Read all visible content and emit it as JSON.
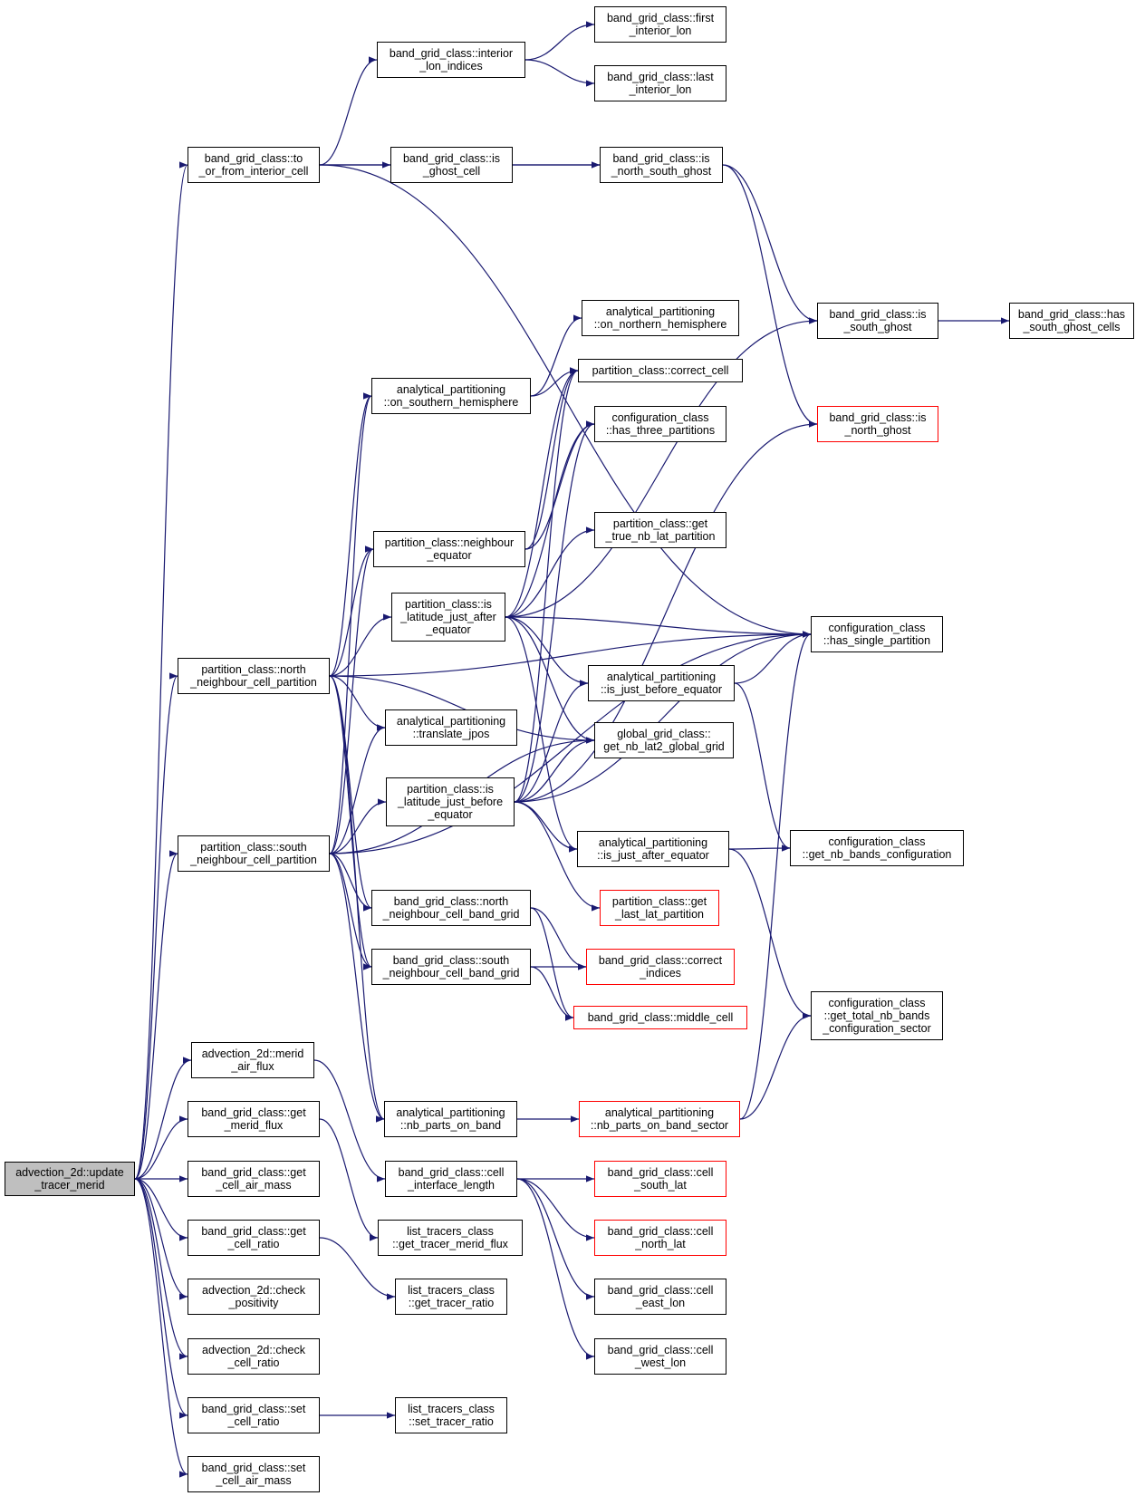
{
  "colors": {
    "edge": "#191970",
    "border": "#000000",
    "truncated_border": "#ff0000",
    "root_fill": "#bfbfbf"
  },
  "nodes": [
    {
      "id": "root",
      "label": "advection_2d::update\n_tracer_merid",
      "style": "root"
    },
    {
      "id": "first_interior_lon",
      "label": "band_grid_class::first\n_interior_lon",
      "style": "normal"
    },
    {
      "id": "interior_lon_indices",
      "label": "band_grid_class::interior\n_lon_indices",
      "style": "normal"
    },
    {
      "id": "last_interior_lon",
      "label": "band_grid_class::last\n_interior_lon",
      "style": "normal"
    },
    {
      "id": "to_or_from_interior_cell",
      "label": "band_grid_class::to\n_or_from_interior_cell",
      "style": "normal"
    },
    {
      "id": "is_ghost_cell",
      "label": "band_grid_class::is\n_ghost_cell",
      "style": "normal"
    },
    {
      "id": "is_north_south_ghost",
      "label": "band_grid_class::is\n_north_south_ghost",
      "style": "normal"
    },
    {
      "id": "on_northern_hemisphere",
      "label": "analytical_partitioning\n::on_northern_hemisphere",
      "style": "normal"
    },
    {
      "id": "is_south_ghost",
      "label": "band_grid_class::is\n_south_ghost",
      "style": "normal"
    },
    {
      "id": "has_south_ghost_cells",
      "label": "band_grid_class::has\n_south_ghost_cells",
      "style": "normal"
    },
    {
      "id": "on_southern_hemisphere",
      "label": "analytical_partitioning\n::on_southern_hemisphere",
      "style": "normal"
    },
    {
      "id": "correct_cell",
      "label": "partition_class::correct_cell",
      "style": "normal"
    },
    {
      "id": "has_three_partitions",
      "label": "configuration_class\n::has_three_partitions",
      "style": "normal"
    },
    {
      "id": "is_north_ghost",
      "label": "band_grid_class::is\n_north_ghost",
      "style": "red"
    },
    {
      "id": "get_true_nb_lat_partition",
      "label": "partition_class::get\n_true_nb_lat_partition",
      "style": "normal"
    },
    {
      "id": "neighbour_equator",
      "label": "partition_class::neighbour\n_equator",
      "style": "normal"
    },
    {
      "id": "is_latitude_just_after_equator",
      "label": "partition_class::is\n_latitude_just_after\n_equator",
      "style": "normal"
    },
    {
      "id": "has_single_partition",
      "label": "configuration_class\n::has_single_partition",
      "style": "normal"
    },
    {
      "id": "north_neighbour_cell_partition",
      "label": "partition_class::north\n_neighbour_cell_partition",
      "style": "normal"
    },
    {
      "id": "is_just_before_equator",
      "label": "analytical_partitioning\n::is_just_before_equator",
      "style": "normal"
    },
    {
      "id": "translate_jpos",
      "label": "analytical_partitioning\n::translate_jpos",
      "style": "normal"
    },
    {
      "id": "get_nb_lat2_global_grid",
      "label": "global_grid_class::\nget_nb_lat2_global_grid",
      "style": "normal"
    },
    {
      "id": "is_latitude_just_before_equator",
      "label": "partition_class::is\n_latitude_just_before\n_equator",
      "style": "normal"
    },
    {
      "id": "south_neighbour_cell_partition",
      "label": "partition_class::south\n_neighbour_cell_partition",
      "style": "normal"
    },
    {
      "id": "is_just_after_equator",
      "label": "analytical_partitioning\n::is_just_after_equator",
      "style": "normal"
    },
    {
      "id": "get_nb_bands_configuration",
      "label": "configuration_class\n::get_nb_bands_configuration",
      "style": "normal"
    },
    {
      "id": "north_neighbour_cell_band_grid",
      "label": "band_grid_class::north\n_neighbour_cell_band_grid",
      "style": "normal"
    },
    {
      "id": "get_last_lat_partition",
      "label": "partition_class::get\n_last_lat_partition",
      "style": "red"
    },
    {
      "id": "south_neighbour_cell_band_grid",
      "label": "band_grid_class::south\n_neighbour_cell_band_grid",
      "style": "normal"
    },
    {
      "id": "correct_indices",
      "label": "band_grid_class::correct\n_indices",
      "style": "red"
    },
    {
      "id": "middle_cell",
      "label": "band_grid_class::middle_cell",
      "style": "red"
    },
    {
      "id": "get_total_nb_bands_configuration_sector",
      "label": "configuration_class\n::get_total_nb_bands\n_configuration_sector",
      "style": "normal"
    },
    {
      "id": "merid_air_flux",
      "label": "advection_2d::merid\n_air_flux",
      "style": "normal"
    },
    {
      "id": "nb_parts_on_band",
      "label": "analytical_partitioning\n::nb_parts_on_band",
      "style": "normal"
    },
    {
      "id": "nb_parts_on_band_sector",
      "label": "analytical_partitioning\n::nb_parts_on_band_sector",
      "style": "red"
    },
    {
      "id": "get_merid_flux",
      "label": "band_grid_class::get\n_merid_flux",
      "style": "normal"
    },
    {
      "id": "cell_interface_length",
      "label": "band_grid_class::cell\n_interface_length",
      "style": "normal"
    },
    {
      "id": "cell_south_lat",
      "label": "band_grid_class::cell\n_south_lat",
      "style": "red"
    },
    {
      "id": "get_cell_air_mass",
      "label": "band_grid_class::get\n_cell_air_mass",
      "style": "normal"
    },
    {
      "id": "get_cell_ratio",
      "label": "band_grid_class::get\n_cell_ratio",
      "style": "normal"
    },
    {
      "id": "get_tracer_merid_flux",
      "label": "list_tracers_class\n::get_tracer_merid_flux",
      "style": "normal"
    },
    {
      "id": "cell_north_lat",
      "label": "band_grid_class::cell\n_north_lat",
      "style": "red"
    },
    {
      "id": "check_positivity",
      "label": "advection_2d::check\n_positivity",
      "style": "normal"
    },
    {
      "id": "get_tracer_ratio",
      "label": "list_tracers_class\n::get_tracer_ratio",
      "style": "normal"
    },
    {
      "id": "cell_east_lon",
      "label": "band_grid_class::cell\n_east_lon",
      "style": "normal"
    },
    {
      "id": "check_cell_ratio",
      "label": "advection_2d::check\n_cell_ratio",
      "style": "normal"
    },
    {
      "id": "cell_west_lon",
      "label": "band_grid_class::cell\n_west_lon",
      "style": "normal"
    },
    {
      "id": "set_cell_ratio",
      "label": "band_grid_class::set\n_cell_ratio",
      "style": "normal"
    },
    {
      "id": "set_tracer_ratio",
      "label": "list_tracers_class\n::set_tracer_ratio",
      "style": "normal"
    },
    {
      "id": "set_cell_air_mass",
      "label": "band_grid_class::set\n_cell_air_mass",
      "style": "normal"
    }
  ],
  "edges": [
    [
      "root",
      "to_or_from_interior_cell"
    ],
    [
      "root",
      "north_neighbour_cell_partition"
    ],
    [
      "root",
      "south_neighbour_cell_partition"
    ],
    [
      "root",
      "merid_air_flux"
    ],
    [
      "root",
      "get_merid_flux"
    ],
    [
      "root",
      "get_cell_air_mass"
    ],
    [
      "root",
      "get_cell_ratio"
    ],
    [
      "root",
      "check_positivity"
    ],
    [
      "root",
      "check_cell_ratio"
    ],
    [
      "root",
      "set_cell_ratio"
    ],
    [
      "root",
      "set_cell_air_mass"
    ],
    [
      "to_or_from_interior_cell",
      "interior_lon_indices"
    ],
    [
      "to_or_from_interior_cell",
      "is_ghost_cell"
    ],
    [
      "to_or_from_interior_cell",
      "is_north_south_ghost"
    ],
    [
      "to_or_from_interior_cell",
      "has_single_partition"
    ],
    [
      "interior_lon_indices",
      "first_interior_lon"
    ],
    [
      "interior_lon_indices",
      "last_interior_lon"
    ],
    [
      "is_ghost_cell",
      "is_north_south_ghost"
    ],
    [
      "is_north_south_ghost",
      "is_south_ghost"
    ],
    [
      "is_north_south_ghost",
      "is_north_ghost"
    ],
    [
      "is_south_ghost",
      "has_south_ghost_cells"
    ],
    [
      "on_southern_hemisphere",
      "on_northern_hemisphere"
    ],
    [
      "on_southern_hemisphere",
      "correct_cell"
    ],
    [
      "neighbour_equator",
      "correct_cell"
    ],
    [
      "neighbour_equator",
      "has_three_partitions"
    ],
    [
      "is_latitude_just_after_equator",
      "correct_cell"
    ],
    [
      "is_latitude_just_after_equator",
      "has_three_partitions"
    ],
    [
      "is_latitude_just_after_equator",
      "get_true_nb_lat_partition"
    ],
    [
      "is_latitude_just_after_equator",
      "has_single_partition"
    ],
    [
      "is_latitude_just_after_equator",
      "is_just_before_equator"
    ],
    [
      "is_latitude_just_after_equator",
      "get_nb_lat2_global_grid"
    ],
    [
      "is_latitude_just_after_equator",
      "is_just_after_equator"
    ],
    [
      "is_latitude_just_after_equator",
      "is_south_ghost"
    ],
    [
      "is_latitude_just_before_equator",
      "get_nb_lat2_global_grid"
    ],
    [
      "is_latitude_just_before_equator",
      "is_just_after_equator"
    ],
    [
      "is_latitude_just_before_equator",
      "has_single_partition"
    ],
    [
      "is_latitude_just_before_equator",
      "get_last_lat_partition"
    ],
    [
      "is_latitude_just_before_equator",
      "is_just_before_equator"
    ],
    [
      "is_latitude_just_before_equator",
      "has_three_partitions"
    ],
    [
      "is_latitude_just_before_equator",
      "correct_cell"
    ],
    [
      "is_latitude_just_before_equator",
      "is_north_ghost"
    ],
    [
      "is_just_before_equator",
      "has_single_partition"
    ],
    [
      "is_just_before_equator",
      "get_nb_bands_configuration"
    ],
    [
      "is_just_after_equator",
      "get_nb_bands_configuration"
    ],
    [
      "is_just_after_equator",
      "get_total_nb_bands_configuration_sector"
    ],
    [
      "north_neighbour_cell_partition",
      "on_southern_hemisphere"
    ],
    [
      "north_neighbour_cell_partition",
      "neighbour_equator"
    ],
    [
      "north_neighbour_cell_partition",
      "is_latitude_just_after_equator"
    ],
    [
      "north_neighbour_cell_partition",
      "translate_jpos"
    ],
    [
      "north_neighbour_cell_partition",
      "get_nb_lat2_global_grid"
    ],
    [
      "north_neighbour_cell_partition",
      "north_neighbour_cell_band_grid"
    ],
    [
      "north_neighbour_cell_partition",
      "south_neighbour_cell_band_grid"
    ],
    [
      "north_neighbour_cell_partition",
      "nb_parts_on_band"
    ],
    [
      "north_neighbour_cell_partition",
      "has_single_partition"
    ],
    [
      "south_neighbour_cell_partition",
      "on_southern_hemisphere"
    ],
    [
      "south_neighbour_cell_partition",
      "neighbour_equator"
    ],
    [
      "south_neighbour_cell_partition",
      "is_latitude_just_before_equator"
    ],
    [
      "south_neighbour_cell_partition",
      "translate_jpos"
    ],
    [
      "south_neighbour_cell_partition",
      "get_nb_lat2_global_grid"
    ],
    [
      "south_neighbour_cell_partition",
      "north_neighbour_cell_band_grid"
    ],
    [
      "south_neighbour_cell_partition",
      "south_neighbour_cell_band_grid"
    ],
    [
      "south_neighbour_cell_partition",
      "nb_parts_on_band"
    ],
    [
      "south_neighbour_cell_partition",
      "has_single_partition"
    ],
    [
      "north_neighbour_cell_band_grid",
      "correct_indices"
    ],
    [
      "north_neighbour_cell_band_grid",
      "middle_cell"
    ],
    [
      "south_neighbour_cell_band_grid",
      "correct_indices"
    ],
    [
      "south_neighbour_cell_band_grid",
      "middle_cell"
    ],
    [
      "nb_parts_on_band",
      "nb_parts_on_band_sector"
    ],
    [
      "nb_parts_on_band_sector",
      "get_total_nb_bands_configuration_sector"
    ],
    [
      "nb_parts_on_band_sector",
      "has_single_partition"
    ],
    [
      "merid_air_flux",
      "cell_interface_length"
    ],
    [
      "get_merid_flux",
      "get_tracer_merid_flux"
    ],
    [
      "get_cell_ratio",
      "get_tracer_ratio"
    ],
    [
      "set_cell_ratio",
      "set_tracer_ratio"
    ],
    [
      "cell_interface_length",
      "cell_south_lat"
    ],
    [
      "cell_interface_length",
      "cell_north_lat"
    ],
    [
      "cell_interface_length",
      "cell_east_lon"
    ],
    [
      "cell_interface_length",
      "cell_west_lon"
    ]
  ]
}
